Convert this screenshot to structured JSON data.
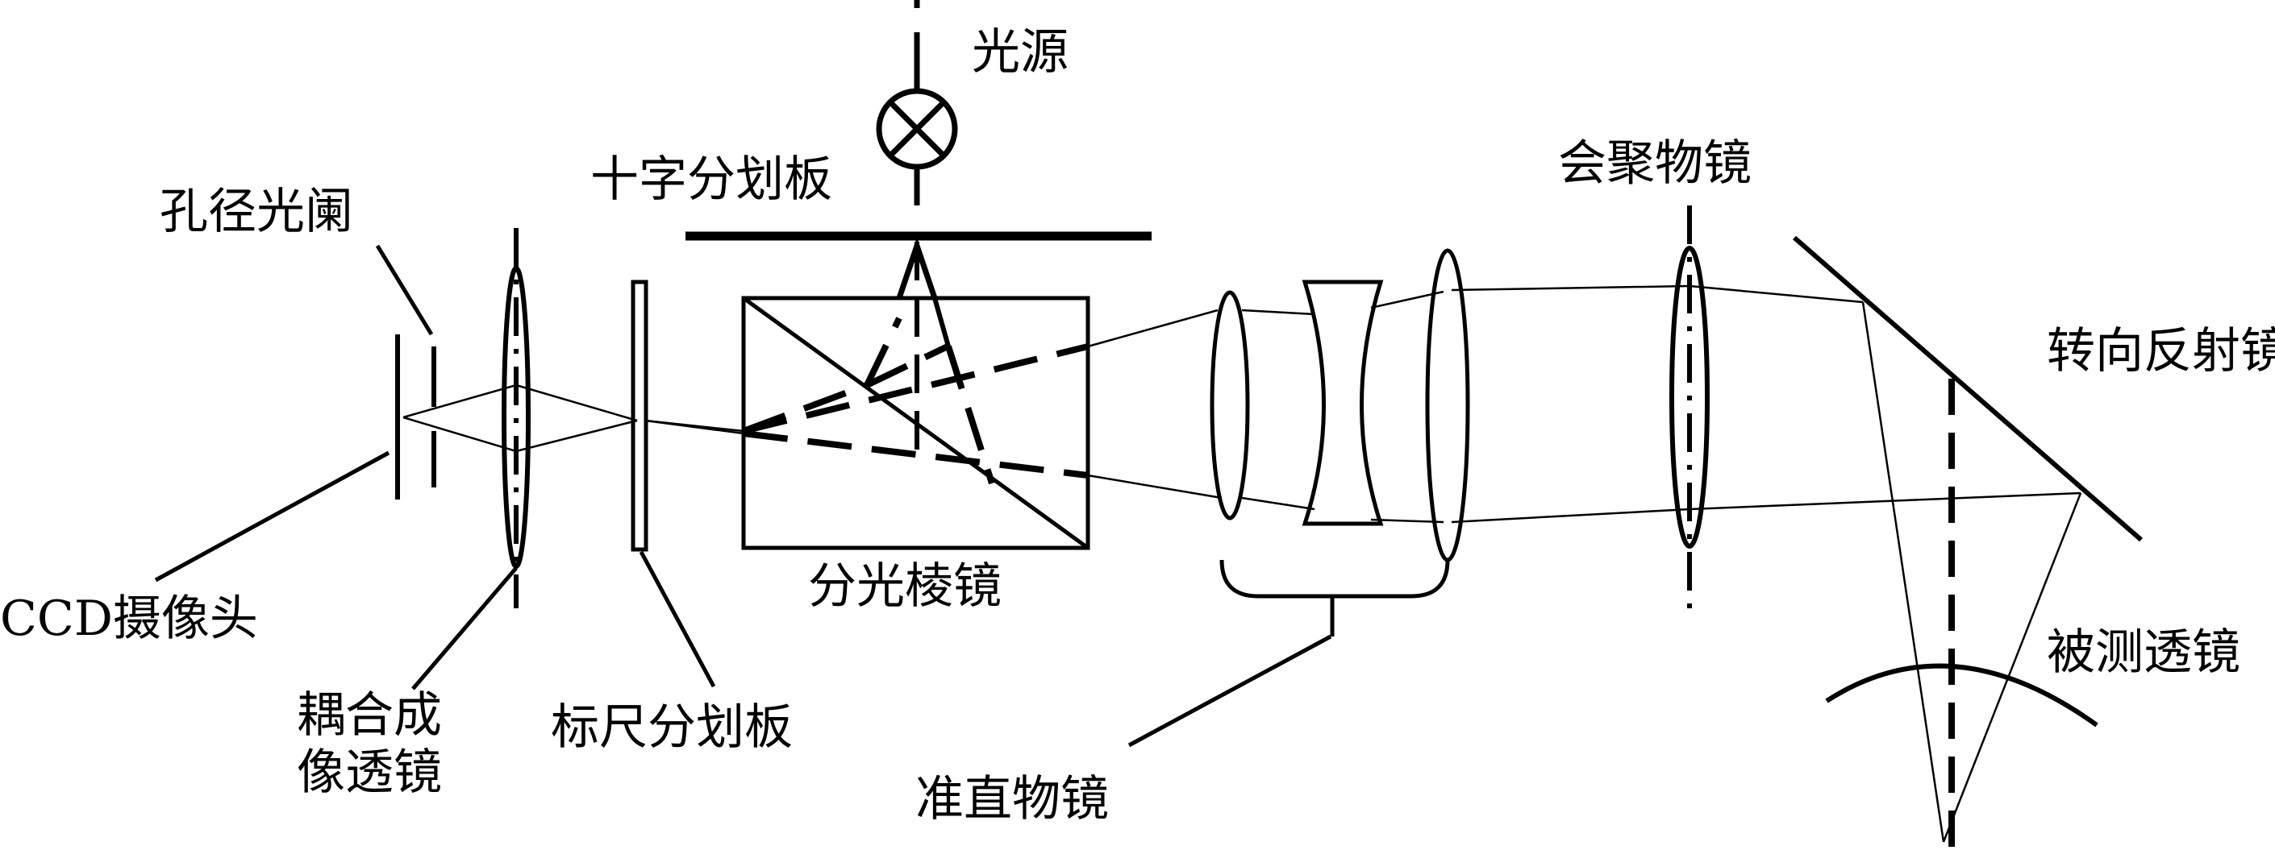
{
  "labels": {
    "light_source": "光源",
    "cross_reticle": "十字分划板",
    "aperture_stop": "孔径光阑",
    "ccd_camera": "CCD摄像头",
    "coupling_lens": "耦合成\n像透镜",
    "scale_reticle": "标尺分划板",
    "beam_splitter_prism": "分光棱镜",
    "collimating_objective": "准直物镜",
    "converging_objective": "会聚物镜",
    "folding_mirror": "转向反射镜",
    "lens_under_test": "被测透镜"
  },
  "colors": {
    "stroke": "#000000",
    "background": "#ffffff"
  }
}
